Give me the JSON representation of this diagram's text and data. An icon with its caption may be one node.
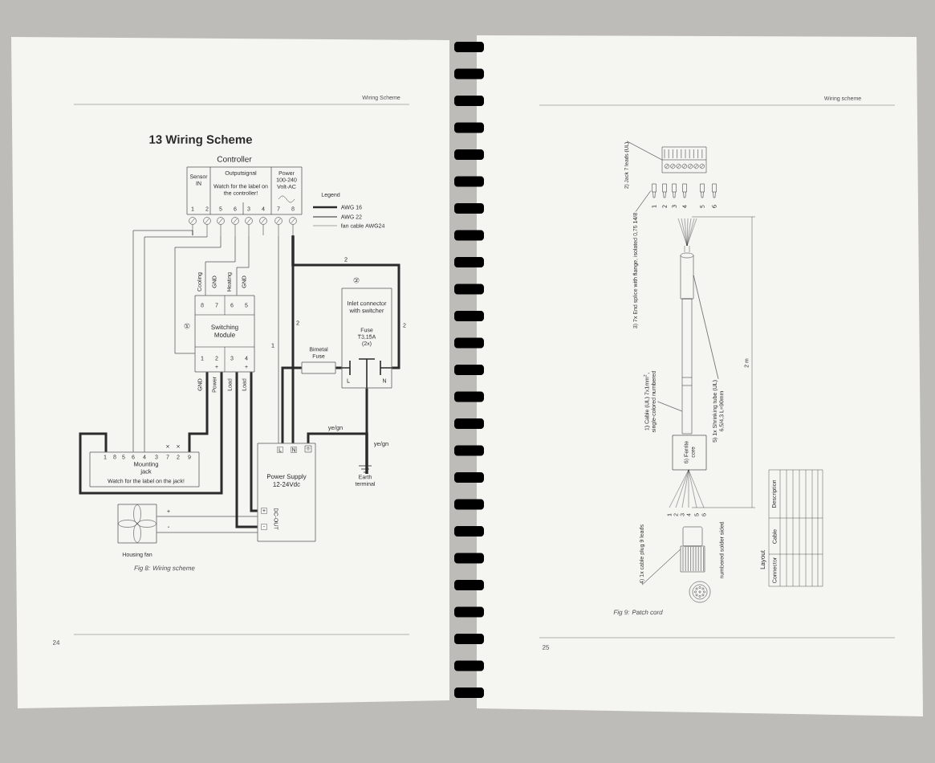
{
  "diagram": {
    "title": "13 Wiring Scheme",
    "nodes": [
      {
        "text": [
          "Controller",
          "Sensor IN",
          "Outputsignal",
          "Watch for the label on the controller!",
          "Power 100-240 Volt-AC"
        ]
      },
      {
        "text": [
          "Switching Module"
        ],
        "beside": [
          "①"
        ]
      },
      {
        "text": [
          "Inlet connector with switcher",
          "Fuse T3,15A (2x)"
        ],
        "beside": [
          "②"
        ]
      },
      {
        "text": [
          "Bimetal Fuse"
        ]
      },
      {
        "text": [
          "Mounting jack",
          "Watch for the label on the jack!"
        ],
        "beside": [
          "×",
          "×"
        ]
      },
      {
        "text": [
          "Power Supply 12-24Vdc"
        ]
      },
      {
        "text": [
          "Housing fan"
        ]
      },
      {
        "text": [
          "Earth terminal"
        ]
      },
      {
        "text": [],
        "shape": "picture"
      },
      {
        "text": [
          "2) Jack 7 leads (UL)"
        ]
      },
      {
        "text": [],
        "shape": "picture",
        "beside": [
          "1",
          "2",
          "3",
          "4",
          "5",
          "6"
        ]
      },
      {
        "text": [
          "3) 7x End splice with flange, isolated 0,75 14/8"
        ]
      },
      {
        "text": [],
        "shape": "picture"
      },
      {
        "text": [
          "1) Cable (UL) 7x1mm$^{2}$, single-colored numbered"
        ]
      },
      {
        "text": [],
        "shape": "picture"
      },
      {
        "text": [
          "5) 1x Shrinking tube (UL) 6,5/4,3 L=90mm"
        ]
      },
      {
        "text": [
          "6) Ferrite core"
        ]
      },
      {
        "text": [],
        "shape": "picture"
      },
      {
        "text": [
          "4) 1x cable plug 9 leads"
        ]
      }
    ],
    "edges": [
      {
        "from": 0,
        "to": 4,
        "arrow": "none"
      },
      {
        "from": 0,
        "to": 4,
        "arrow": "none"
      },
      {
        "from": 0,
        "to": 1,
        "arrow": "none"
      },
      {
        "from": 0,
        "to": 1,
        "arrow": "none"
      },
      {
        "from": 0,
        "to": 1,
        "arrow": "none"
      },
      {
        "from": 0,
        "to": 5,
        "arrow": "none",
        "label": "1"
      },
      {
        "from": 0,
        "to": 2,
        "arrow": "none",
        "label": "2",
        "style": "thick"
      },
      {
        "from": 0,
        "to": 5,
        "arrow": "none",
        "label": "2",
        "style": "thick"
      },
      {
        "from": 2,
        "to": 3,
        "arrow": "none",
        "style": "thick"
      },
      {
        "from": 3,
        "to": 5,
        "arrow": "none",
        "style": "thick"
      },
      {
        "from": 2,
        "to": 7,
        "arrow": "none",
        "label": "ye/gn",
        "style": "thick"
      },
      {
        "from": 5,
        "to": 7,
        "arrow": "none",
        "label": "ye/gn",
        "style": "thick"
      },
      {
        "from": 1,
        "to": 4,
        "arrow": "none",
        "style": "thick"
      },
      {
        "from": 1,
        "to": 4,
        "arrow": "none",
        "style": "thick"
      },
      {
        "from": 1,
        "to": 5,
        "arrow": "none",
        "style": "thick"
      },
      {
        "from": 1,
        "to": 5,
        "arrow": "none",
        "style": "thick"
      },
      {
        "from": 6,
        "to": 5,
        "arrow": "none",
        "label": "+"
      },
      {
        "from": 6,
        "to": 5,
        "arrow": "none",
        "label": "-"
      },
      {
        "from": 9,
        "to": 8,
        "arrow": "none"
      },
      {
        "from": 11,
        "to": 10,
        "arrow": "none"
      },
      {
        "from": 13,
        "to": 12,
        "arrow": "none"
      },
      {
        "from": 15,
        "to": 14,
        "arrow": "none"
      },
      {
        "from": 18,
        "to": 17,
        "arrow": "none"
      }
    ],
    "labels": [
      "Wiring Scheme",
      "Legend",
      "1",
      "2",
      "5",
      "6",
      "3",
      "4",
      "7",
      "8",
      "Cooling",
      "GND",
      "Heating",
      "GND",
      "8",
      "7",
      "6",
      "5",
      "1",
      "2",
      "3",
      "4",
      "+",
      "+",
      "GND",
      "Power",
      "Load",
      "Load",
      "L",
      "N",
      "2",
      "1",
      "8",
      "5",
      "6",
      "4",
      "3",
      "7",
      "2",
      "9",
      "L",
      "N",
      "+",
      "-",
      "DC-OUT",
      "Fig 8: Wiring scheme",
      "24",
      "Wiring scheme",
      "2 m",
      "1",
      "2",
      "3",
      "4",
      "5",
      "6",
      "numbered solder sided",
      "Layout",
      "Connector",
      "Cable",
      "Description",
      "Fig 9: Patch cord",
      "25"
    ],
    "legend": [
      {
        "text": "AWG 16"
      },
      {
        "text": "AWG 22"
      },
      {
        "text": "fan cable AWG24"
      }
    ]
  }
}
